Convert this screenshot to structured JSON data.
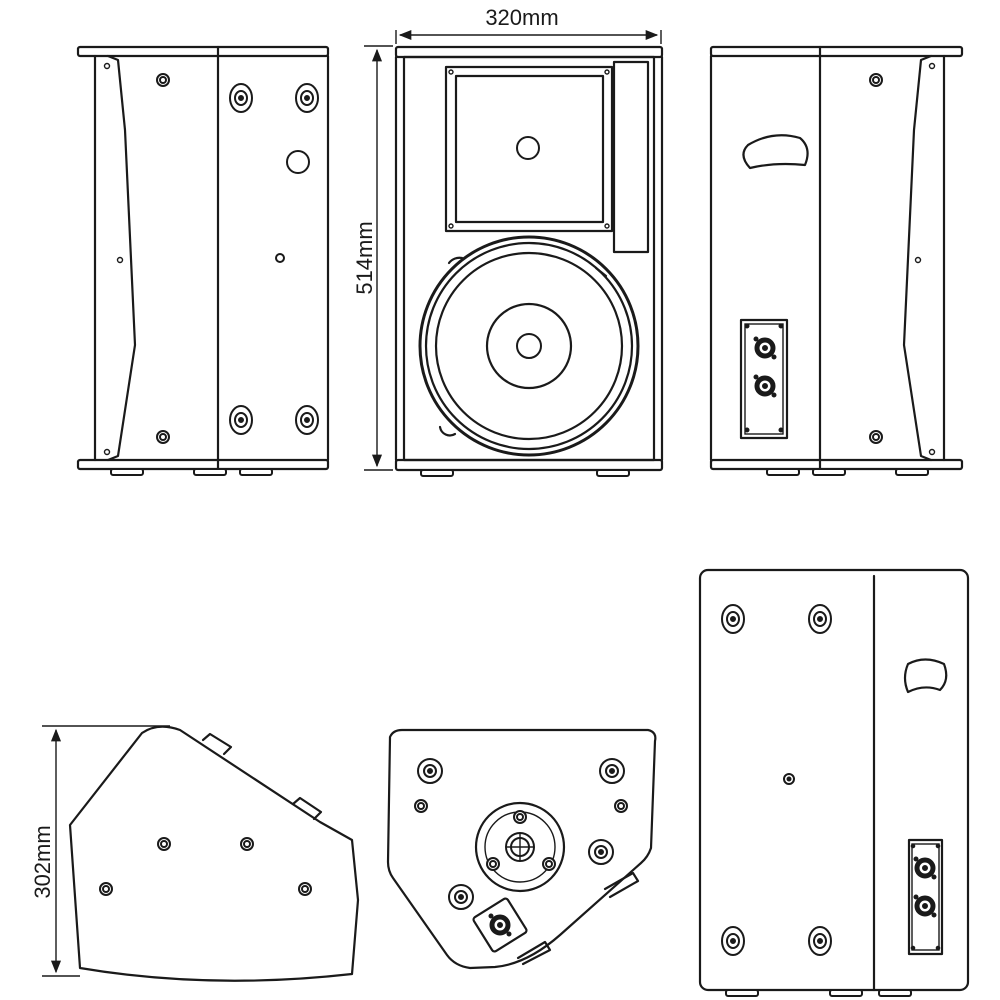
{
  "dimensions": {
    "width": "320mm",
    "height": "514mm",
    "depth": "302mm"
  },
  "colors": {
    "line": "#1a1a1a",
    "background": "#ffffff"
  },
  "views": [
    "side-left",
    "front",
    "side-right",
    "top",
    "bottom",
    "rear"
  ]
}
